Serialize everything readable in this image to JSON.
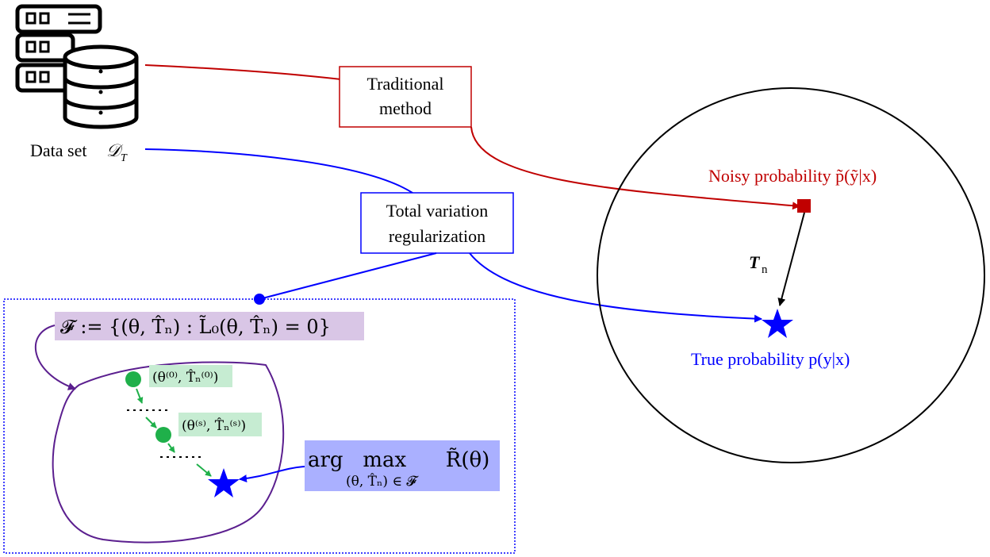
{
  "dataset": {
    "label": "Data set",
    "symbol": "𝒟",
    "subscript": "T",
    "icon": "server-database-icon"
  },
  "boxes": {
    "traditional": {
      "line1": "Traditional",
      "line2": "method"
    },
    "tv": {
      "line1": "Total variation",
      "line2": "regularization"
    }
  },
  "ellipse": {
    "noisy_label": "Noisy probability p̃(ỹ|x)",
    "true_label": "True probability p(y|x)",
    "transition_label": "T",
    "transition_sub": "n"
  },
  "inset": {
    "feasible_set": "𝓕 := {(θ, T̂ₙ) : L̃₀(θ, T̂ₙ) = 0}",
    "iter0": "(θ⁽⁰⁾, T̂ₙ⁽⁰⁾)",
    "iters": "(θ⁽ˢ⁾, T̂ₙ⁽ˢ⁾)",
    "objective_main": "arg   max      R̃(θ)",
    "objective_sub": "(θ, T̂ₙ) ∈ 𝓕"
  },
  "colors": {
    "traditional": "#c00000",
    "tv": "#0000ff",
    "purple": "#5b1f8f",
    "green": "#1fb04a",
    "purple_fill": "#d9c6e6",
    "green_fill": "#c6ecd2",
    "blue_fill": "#aab0ff"
  }
}
